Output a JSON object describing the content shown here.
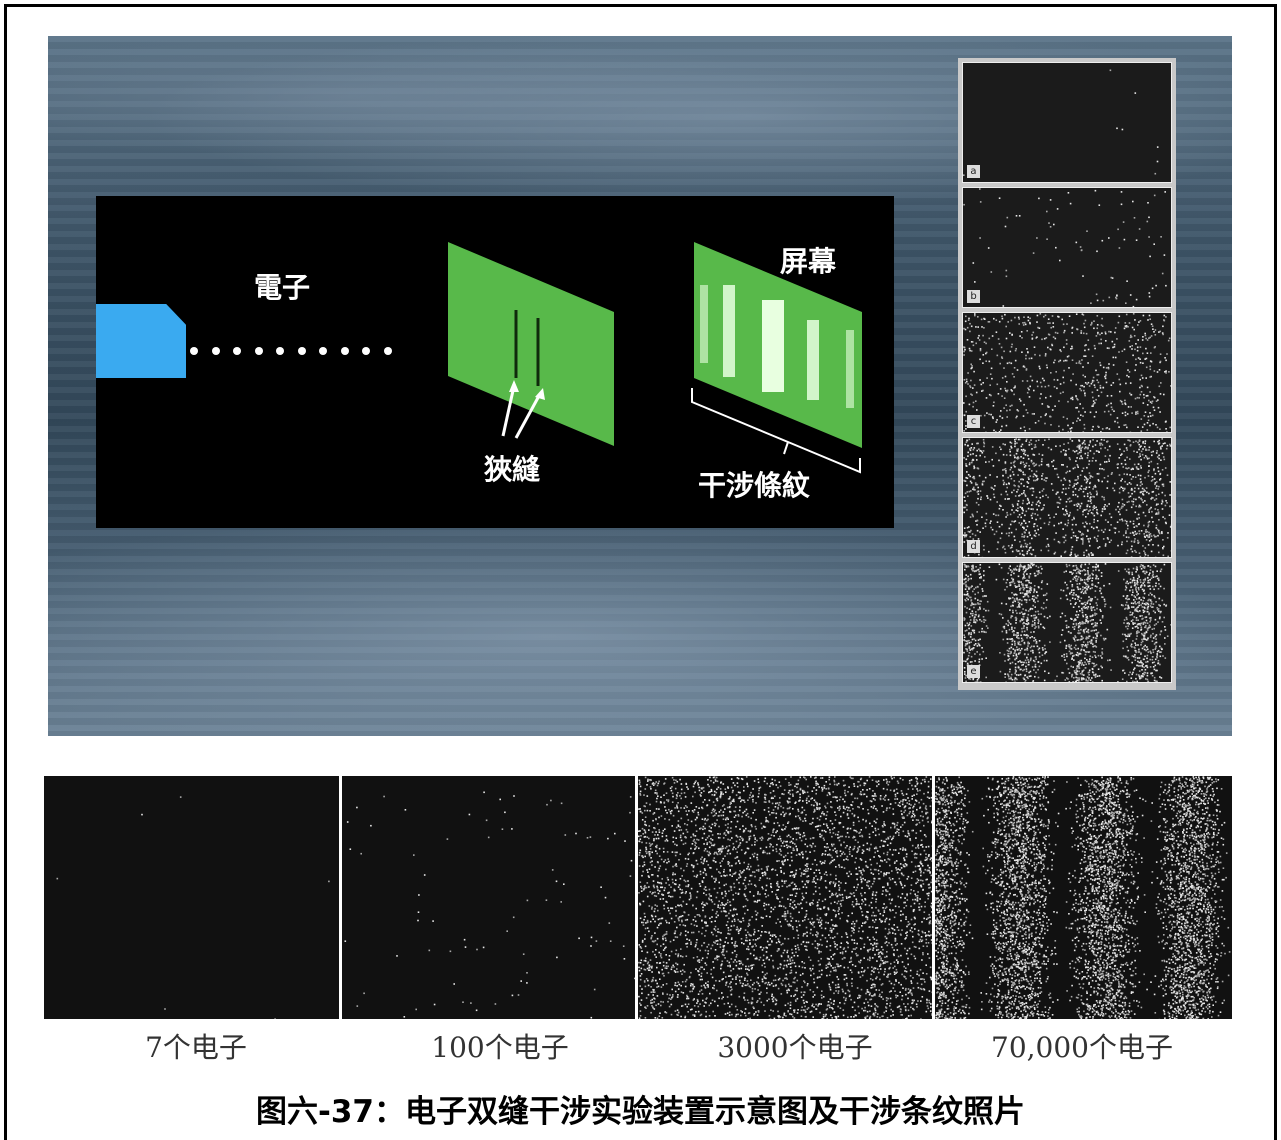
{
  "diagram": {
    "electron_label": "電子",
    "slits_label": "狹縫",
    "screen_label": "屏幕",
    "fringes_label": "干涉條紋",
    "gun_color": "#3aaaf0",
    "plate_color": "#58b94a",
    "electron_dot_count": 10
  },
  "side_panels": {
    "tags": [
      "a",
      "b",
      "c",
      "d",
      "e"
    ]
  },
  "bottom_panels": [
    {
      "caption": "7个电子",
      "electrons": 7
    },
    {
      "caption": "100个电子",
      "electrons": 100
    },
    {
      "caption": "3000个电子",
      "electrons": 3000
    },
    {
      "caption": "70,000个电子",
      "electrons": 70000
    }
  ],
  "figure_title": "图六-37：电子双缝干涉实验装置示意图及干涉条纹照片"
}
